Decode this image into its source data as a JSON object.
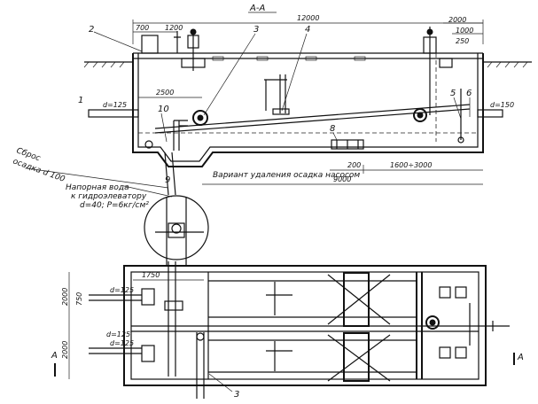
{
  "section_label": "А-А",
  "section_marker": "А",
  "callouts": {
    "c1": "1",
    "c2": "2",
    "c3": "3",
    "c4": "4",
    "c5": "5",
    "c6": "6",
    "c8": "8",
    "c9": "9",
    "c10": "10",
    "c3_plan": "3"
  },
  "dims": {
    "total_length": "12000",
    "d700": "700",
    "d1200": "1200",
    "d2500": "2500",
    "d2000": "2000",
    "d1000": "1000",
    "d250": "250",
    "d200": "200",
    "d1600_3000": "1600÷3000",
    "d9000": "9000",
    "inlet_d": "d=125",
    "outlet_d": "d=150",
    "plan_1750": "1750",
    "plan_2000a": "2000",
    "plan_2000b": "2000",
    "plan_750": "750",
    "plan_d125a": "d=125",
    "plan_d125b": "d=125",
    "plan_d125c": "d=125"
  },
  "notes": {
    "sludge_discharge": "Сброс",
    "sludge_discharge_2": "осадка d 100",
    "pressure_water": "Напорная вода",
    "pressure_water_2": "к гидроэлеватору",
    "pressure_water_3": "d=40;  P=6кг/см²",
    "variant": "Вариант удаления осадка насосом"
  }
}
